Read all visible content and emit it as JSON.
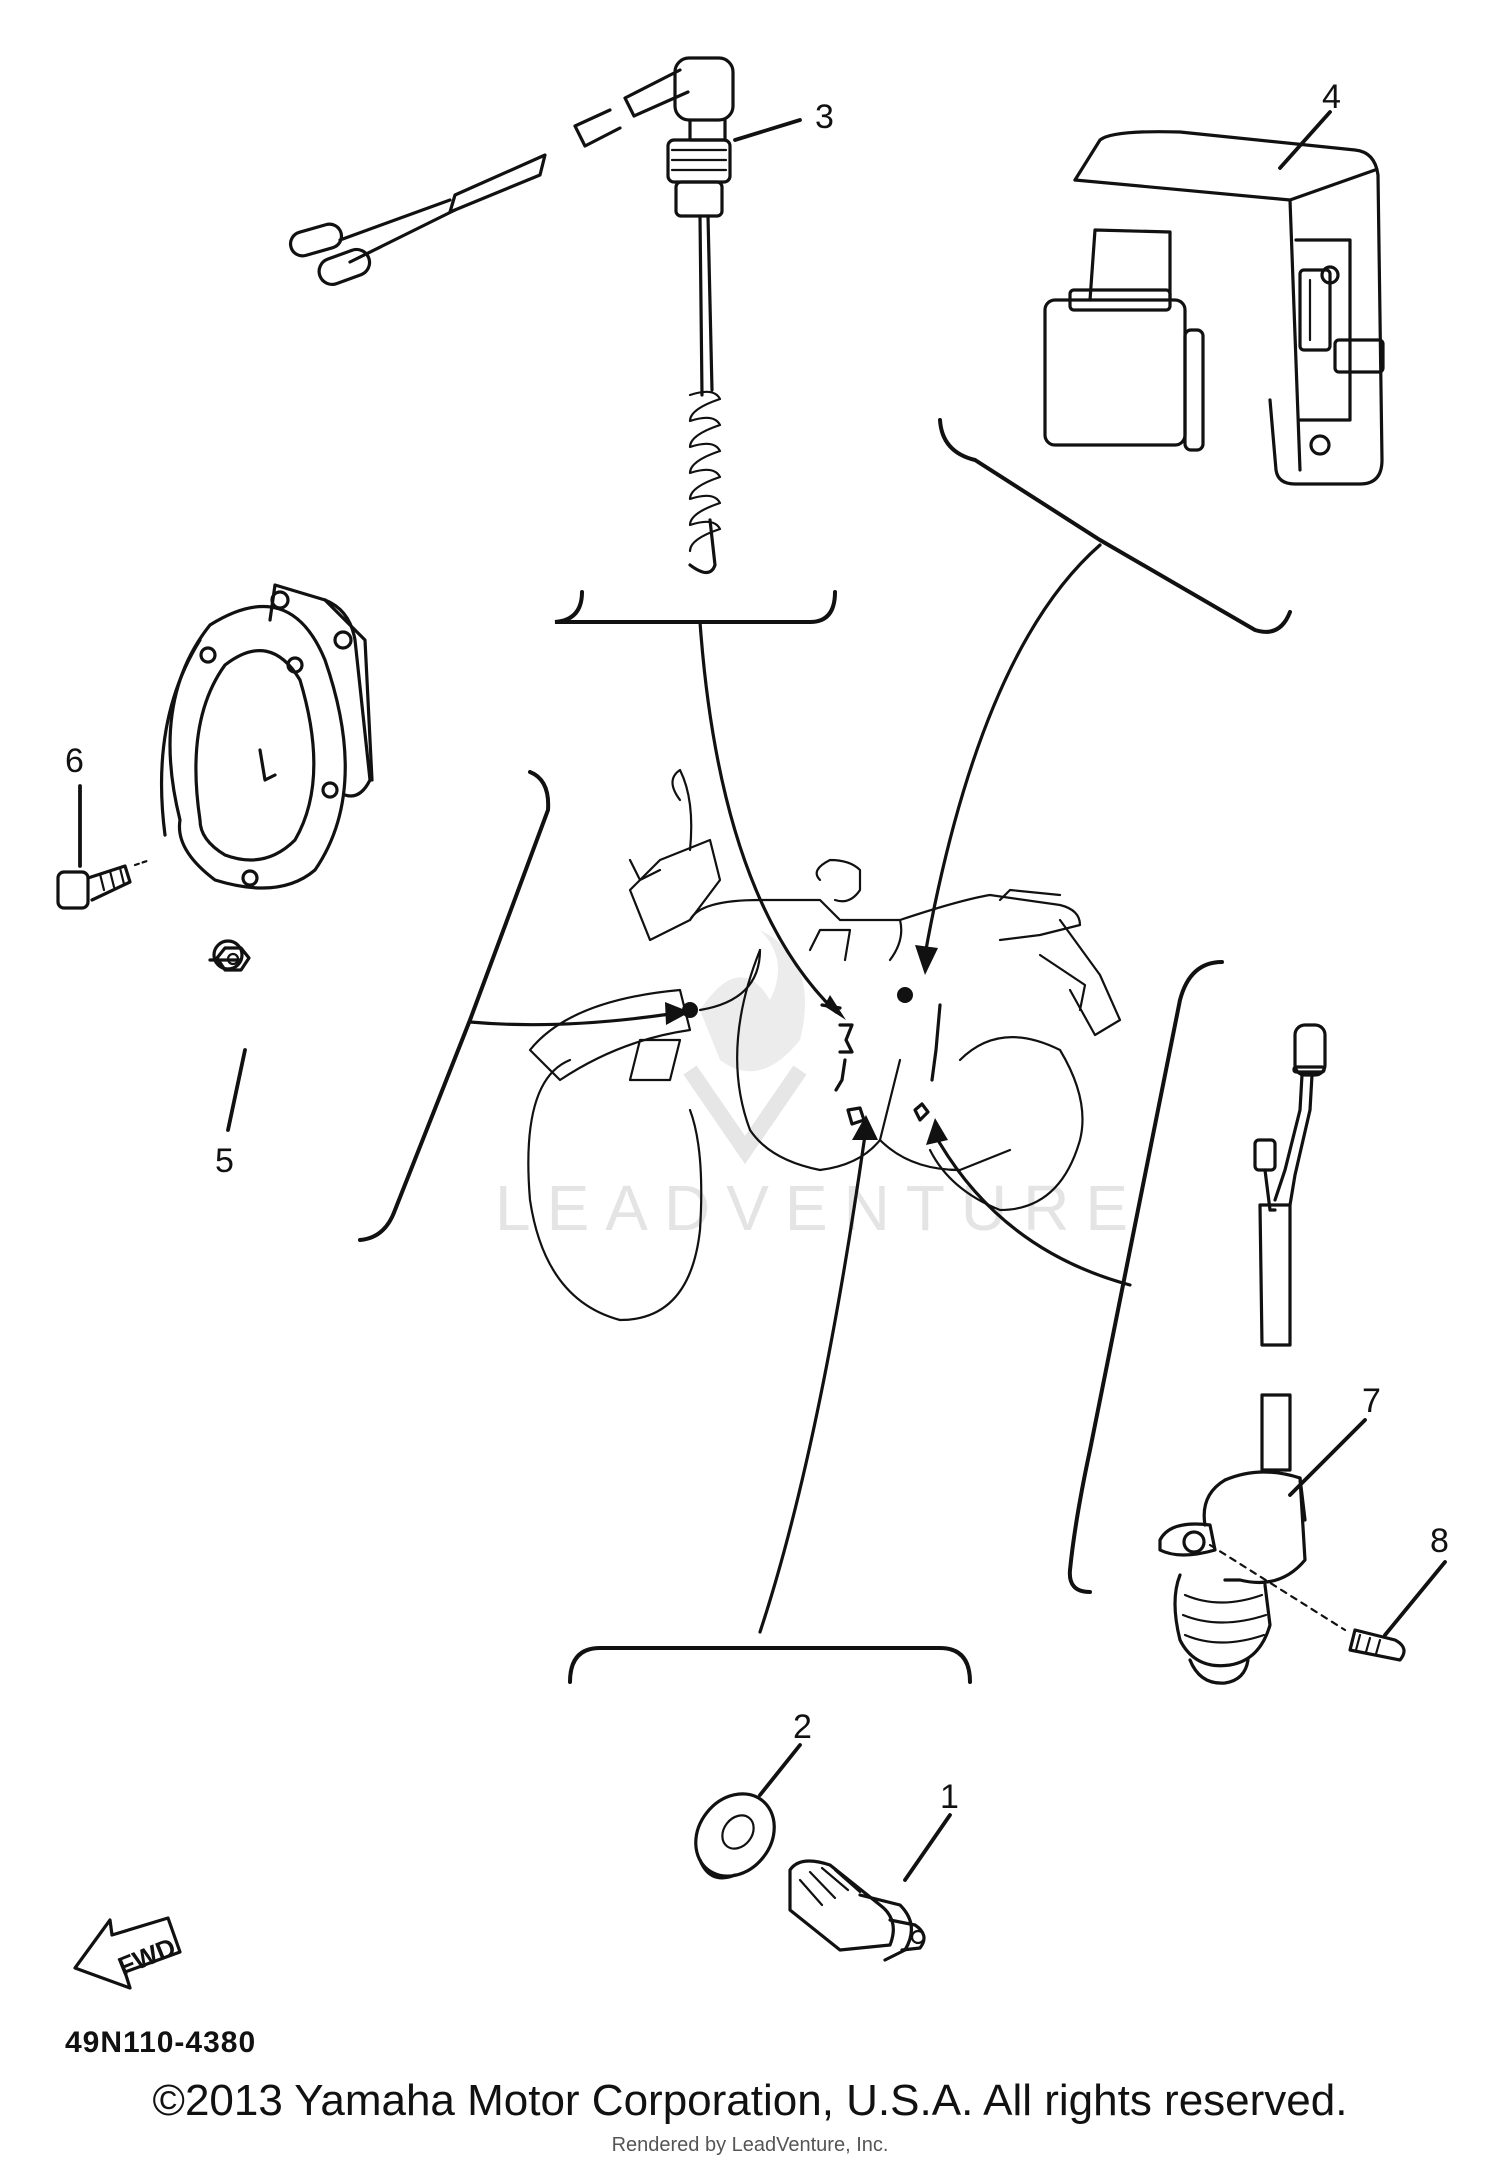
{
  "callouts": {
    "c1": "1",
    "c2": "2",
    "c3": "3",
    "c4": "4",
    "c5": "5",
    "c6": "6",
    "c7": "7",
    "c8": "8"
  },
  "part_code": "49N110-4380",
  "fwd_label": "FWD",
  "watermark": "LEADVENTURE",
  "copyright": "©2013 Yamaha Motor Corporation, U.S.A. All rights reserved.",
  "rendered_by": "Rendered by LeadVenture, Inc."
}
